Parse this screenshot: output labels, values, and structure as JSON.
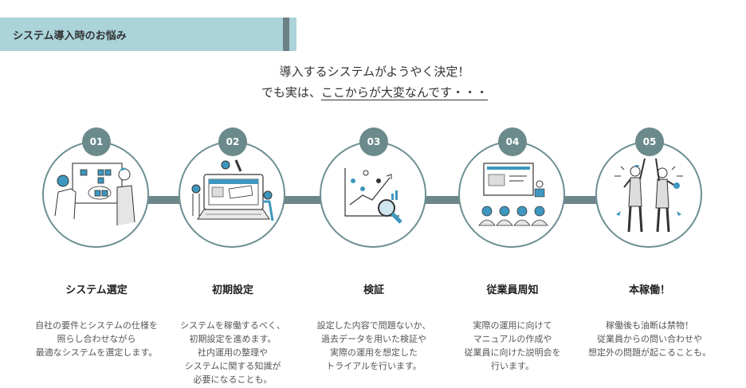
{
  "header": {
    "title": "システム導入時のお悩み"
  },
  "lead": {
    "line1": "導入するシステムがようやく決定！",
    "line2_prefix": "でも実は、",
    "line2_underlined": "ここからが大変なんです・・・"
  },
  "colors": {
    "accent": "#6b8a8c",
    "band": "#aad3da",
    "illustration_blue": "#3e97be"
  },
  "steps": [
    {
      "number": "01",
      "title": "システム選定",
      "icon": "whiteboard-meeting-icon",
      "desc": [
        "自社の要件とシステムの仕様を",
        "照らし合わせながら",
        "最適なシステムを選定します。"
      ]
    },
    {
      "number": "02",
      "title": "初期設定",
      "icon": "laptop-setup-icon",
      "desc": [
        "システムを稼働するべく、",
        "初期設定を進めます。",
        "社内運用の整理や",
        "システムに関する知識が",
        "必要になることも。"
      ]
    },
    {
      "number": "03",
      "title": "検証",
      "icon": "data-analysis-icon",
      "desc": [
        "設定した内容で問題ないか、",
        "過去データを用いた検証や",
        "実際の運用を想定した",
        "トライアルを行います。"
      ]
    },
    {
      "number": "04",
      "title": "従業員周知",
      "icon": "presentation-icon",
      "desc": [
        "実際の運用に向けて",
        "マニュアルの作成や",
        "従業員に向けた説明会を",
        "行います。"
      ]
    },
    {
      "number": "05",
      "title": "本稼働！",
      "icon": "celebration-icon",
      "desc": [
        "稼働後も油断は禁物！",
        "従業員からの問い合わせや",
        "想定外の問題が起こることも。"
      ]
    }
  ]
}
